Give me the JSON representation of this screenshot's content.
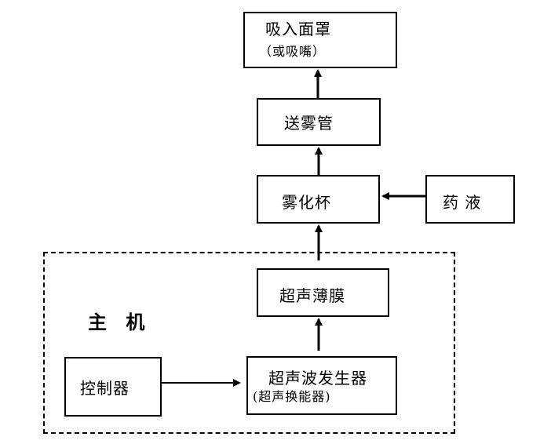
{
  "nodes": {
    "mask": {
      "line1": "吸入面罩",
      "line2": "（或吸嘴）"
    },
    "tube": {
      "label": "送雾管"
    },
    "cup": {
      "label": "雾化杯"
    },
    "liquid": {
      "label": "药 液"
    },
    "film": {
      "label": "超声薄膜"
    },
    "generator": {
      "line1": "超声波发生器",
      "line2": "(超声换能器)"
    },
    "controller": {
      "label": "控制器"
    }
  },
  "main_unit": {
    "label": "主 机"
  }
}
